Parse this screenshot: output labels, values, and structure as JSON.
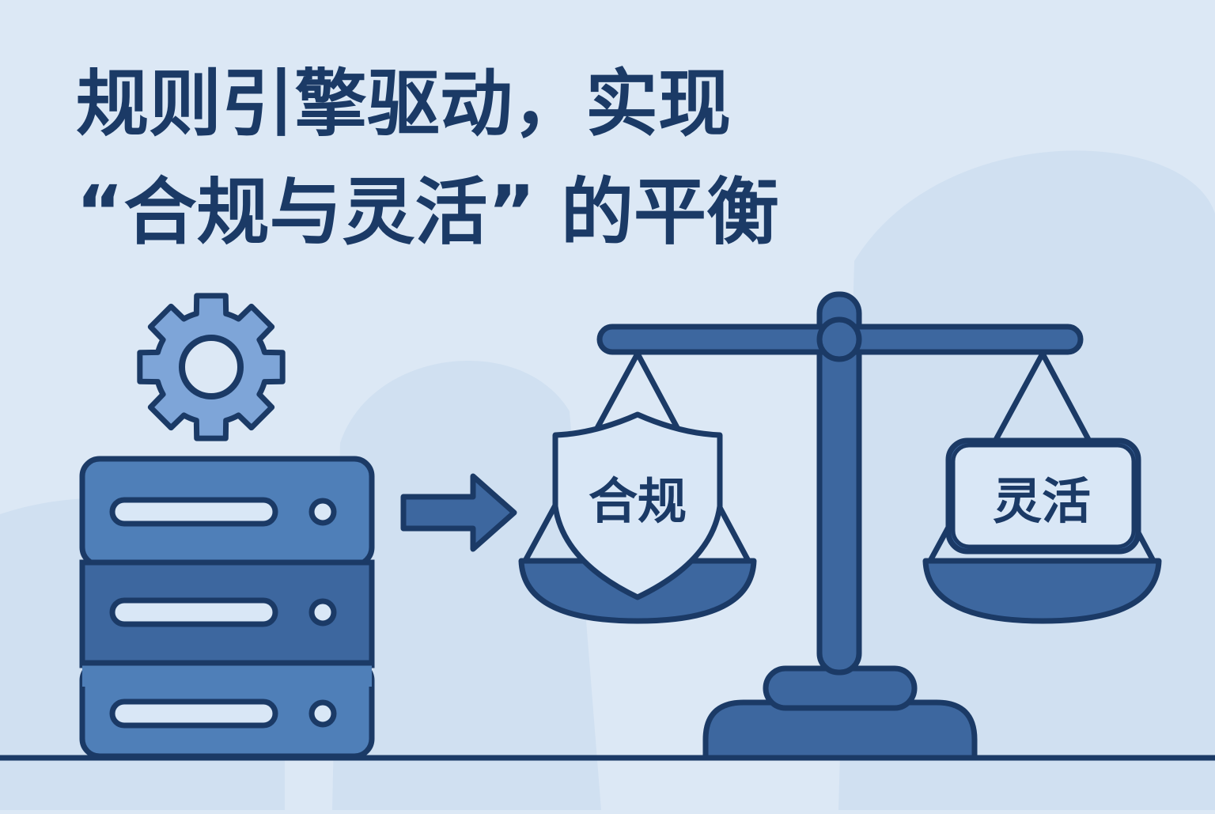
{
  "title": {
    "line1": "规则引擎驱动，实现",
    "line2": "“合规与灵活” 的平衡"
  },
  "labels": {
    "left_pan": "合规",
    "right_pan": "灵活"
  },
  "icons": {
    "gear": "gear-icon",
    "server": "server-icon",
    "arrow": "arrow-right-icon",
    "scale": "balance-scale-icon",
    "shield": "shield-icon"
  },
  "colors": {
    "background": "#dce8f5",
    "outline": "#1b3a66",
    "primary": "#3d679f",
    "light": "#4f7fb8",
    "gear": "#7ea5d8",
    "pale": "#d9e7f6"
  }
}
